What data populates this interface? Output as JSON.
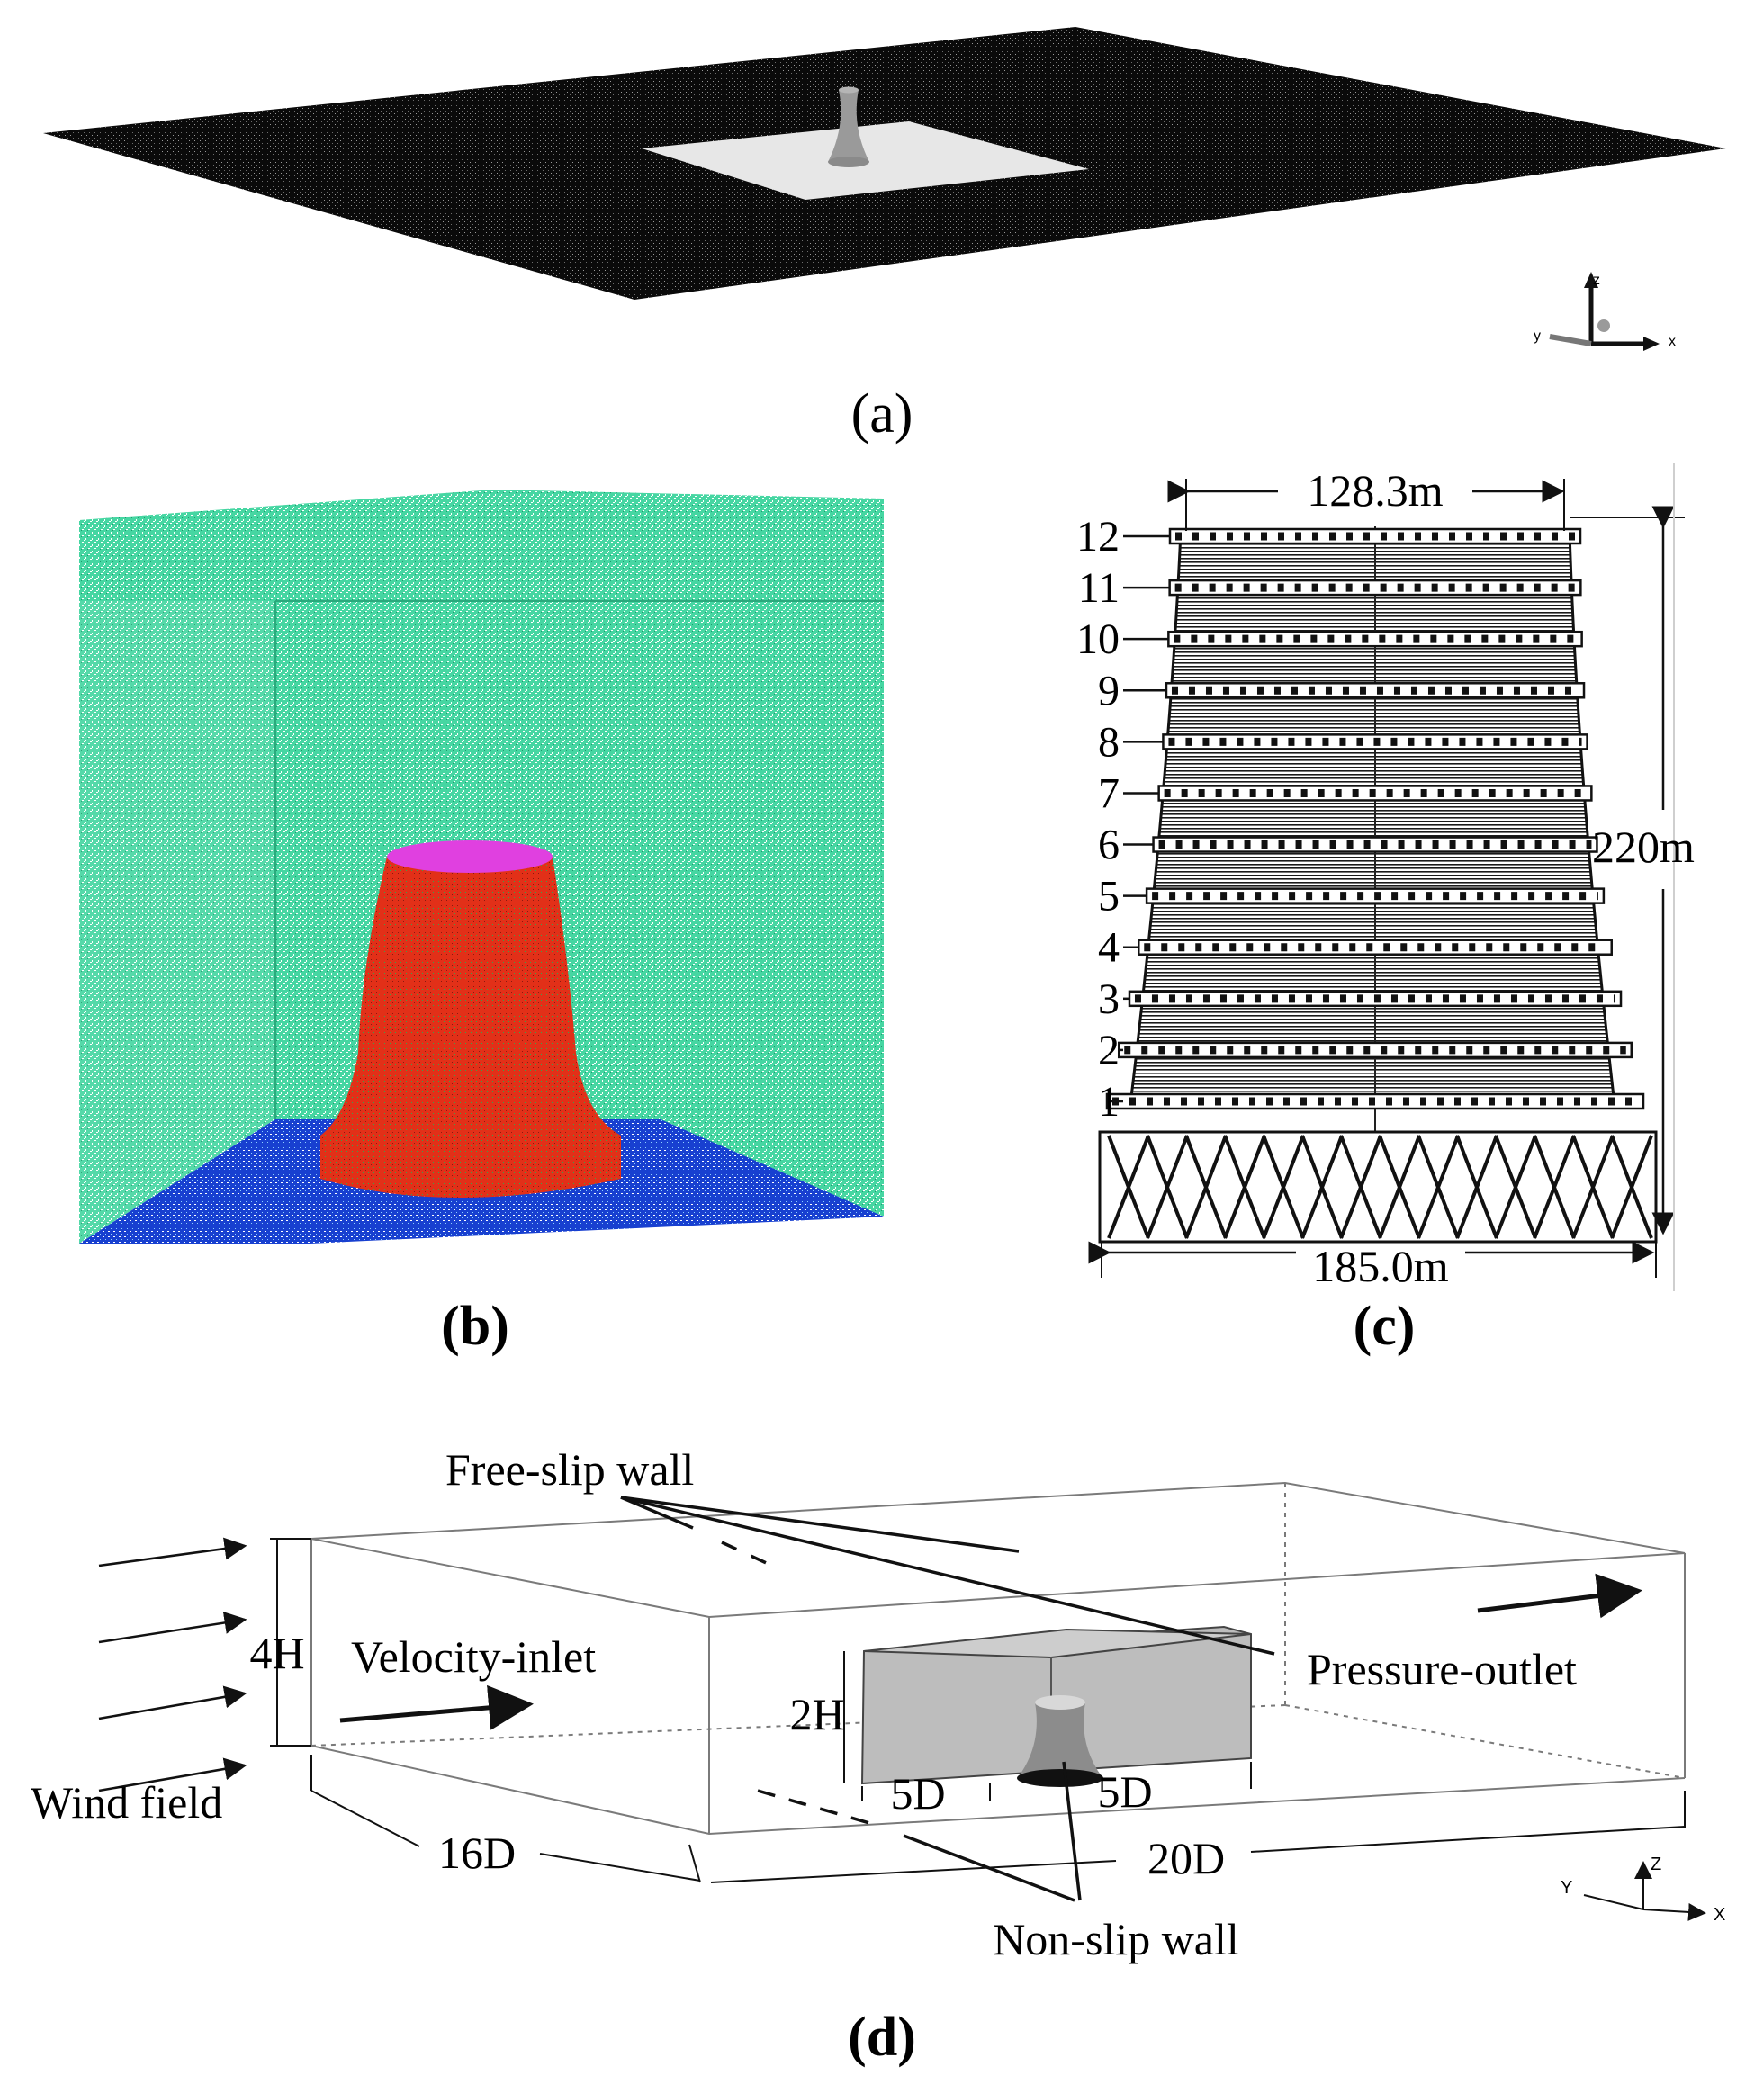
{
  "panels": {
    "a": {
      "label": "(a)",
      "axes": {
        "z": "z",
        "y": "y",
        "x": "x"
      },
      "colors": {
        "ground_mesh": "#0b0b0b",
        "center_patch": "#e7e7e7",
        "tower": "#9a9a9a"
      }
    },
    "b": {
      "label": "(b)",
      "colors": {
        "domain_mesh": "#46d6a2",
        "ground_mesh": "#1840d0",
        "tower": "#e23018",
        "tower_top": "#e040e0"
      }
    },
    "c": {
      "label": "(c)",
      "top_width": "128.3m",
      "height": "220m",
      "base_width": "185.0m",
      "section_levels": [
        "1",
        "2",
        "3",
        "4",
        "5",
        "6",
        "7",
        "8",
        "9",
        "10",
        "11",
        "12"
      ]
    },
    "d": {
      "label": "(d)",
      "free_slip": "Free-slip wall",
      "inlet": "Velocity-inlet",
      "outlet": "Pressure-outlet",
      "non_slip": "Non-slip wall",
      "wind_field": "Wind field",
      "dims": {
        "h4": "4H",
        "h2": "2H",
        "d5a": "5D",
        "d5b": "5D",
        "d16": "16D",
        "d20": "20D"
      },
      "axes": {
        "z": "Z",
        "y": "Y",
        "x": "X"
      },
      "colors": {
        "inner_box": "#bdbdbd",
        "tower": "#8c8c8c"
      }
    }
  }
}
